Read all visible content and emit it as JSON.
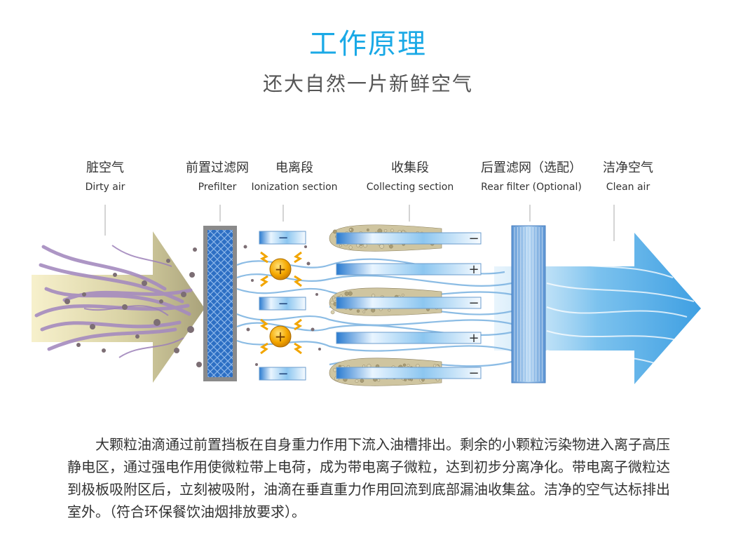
{
  "header": {
    "title": "工作原理",
    "subtitle": "还大自然一片新鲜空气"
  },
  "stages": [
    {
      "cn": "脏空气",
      "en": "Dirty air"
    },
    {
      "cn": "前置过滤网",
      "en": "Prefilter"
    },
    {
      "cn": "电离段",
      "en": "Ionization section"
    },
    {
      "cn": "收集段",
      "en": "Collecting section"
    },
    {
      "cn": "后置滤网（选配）",
      "en": "Rear filter (Optional)"
    },
    {
      "cn": "洁净空气",
      "en": "Clean air"
    }
  ],
  "signs": {
    "negative": "−",
    "positive": "+"
  },
  "description": "大颗粒油滴通过前置挡板在自身重力作用下流入油槽排出。剩余的小颗粒污染物进入离子高压静电区，通过强电作用使微粒带上电荷，成为带电离子微粒，达到初步分离净化。带电离子微粒达到极板吸附区后，立刻被吸附，油滴在垂直重力作用回流到底部漏油收集盆。洁净的空气达标排出室外。（符合环保餐饮油烟排放要求）。",
  "colors": {
    "title": "#1aa9e6",
    "dirty_air": "#a58bbf",
    "dirty_arrow": "#bcb28e",
    "clean_arrow": "#4aa8e4",
    "filter": "#2b6fc4",
    "ion": "#f2a500"
  }
}
